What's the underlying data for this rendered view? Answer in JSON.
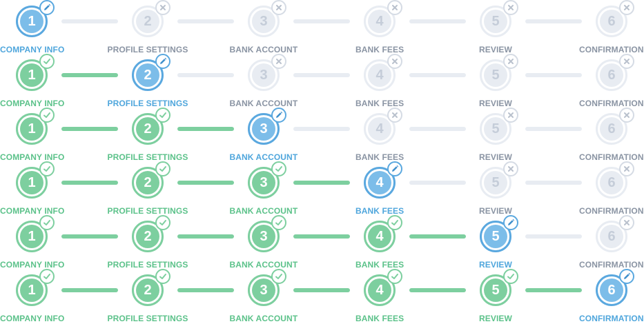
{
  "steps": [
    {
      "number": "1",
      "label": "COMPANY INFO"
    },
    {
      "number": "2",
      "label": "PROFILE SETTINGS"
    },
    {
      "number": "3",
      "label": "BANK ACCOUNT"
    },
    {
      "number": "4",
      "label": "BANK FEES"
    },
    {
      "number": "5",
      "label": "REVIEW"
    },
    {
      "number": "6",
      "label": "CONFIRMATION"
    }
  ],
  "rows": [
    {
      "active_step": 1
    },
    {
      "active_step": 2
    },
    {
      "active_step": 3
    },
    {
      "active_step": 4
    },
    {
      "active_step": 5
    },
    {
      "active_step": 6
    }
  ],
  "icons": {
    "done": "check-icon",
    "active": "pencil-icon",
    "pending": "x-icon"
  },
  "colors": {
    "done": "#7dcf9f",
    "active": "#5aa8df",
    "pending": "#e8ecf2",
    "done_label": "#5cc28a",
    "active_label": "#4fa6dc",
    "pending_label": "#8a94a3"
  }
}
